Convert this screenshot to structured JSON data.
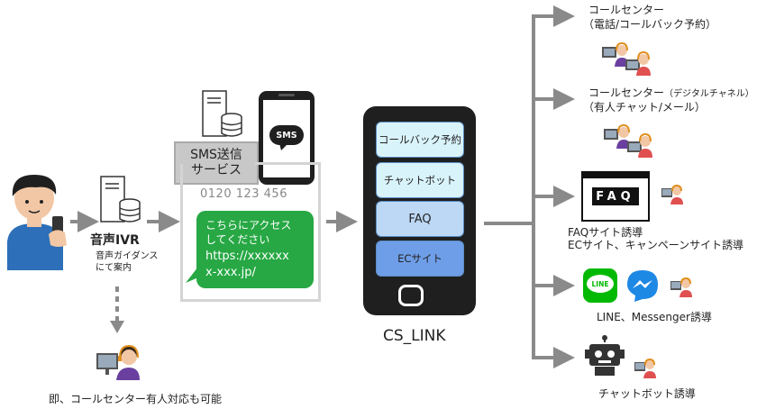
{
  "user": {
    "icon": "person-with-phone-icon"
  },
  "ivr": {
    "title": "音声IVR",
    "note_line1": "音声ガイダンス",
    "note_line2": "にて案内",
    "icon": "server-icon"
  },
  "sms": {
    "service_line1": "SMS送信",
    "service_line2": "サービス",
    "sender_number": "0120 123 456",
    "phone_badge": "SMS",
    "message_line1": "こちらにアクセス",
    "message_line2": "してください",
    "message_line3": "https://xxxxxx",
    "message_line4": "x-xxx.jp/"
  },
  "operator_direct": {
    "caption": "即、コールセンター有人対応も可能",
    "icon": "operator-icon"
  },
  "cs_link": {
    "label": "CS_LINK",
    "buttons": [
      "コールバック予約",
      "チャットボット",
      "FAQ",
      "ECサイト"
    ],
    "button_colors": [
      "#d9f3fb",
      "#d9f3fb",
      "#bcd8f5",
      "#6f9ee8"
    ]
  },
  "destinations": {
    "call_center_1_line1": "コールセンター",
    "call_center_1_line2": "（電話/コールバック予約）",
    "call_center_2_line1a": "コールセンター",
    "call_center_2_line1b": "（デジタルチャネル）",
    "call_center_2_line2": "（有人チャット/メール）",
    "faq_badge": "FAQ",
    "faq_line1": "FAQサイト誘導",
    "faq_line2": "ECサイト、キャンペーンサイト誘導",
    "line_badge": "LINE",
    "line_caption": "LINE、Messenger誘導",
    "chatbot_caption": "チャットボット誘導"
  },
  "colors": {
    "arrow": "#8a8a8a",
    "sms_green": "#27a844",
    "line_green": "#00b900",
    "messenger_blue": "#1e88e5",
    "phone_dark": "#1f1f1f"
  }
}
